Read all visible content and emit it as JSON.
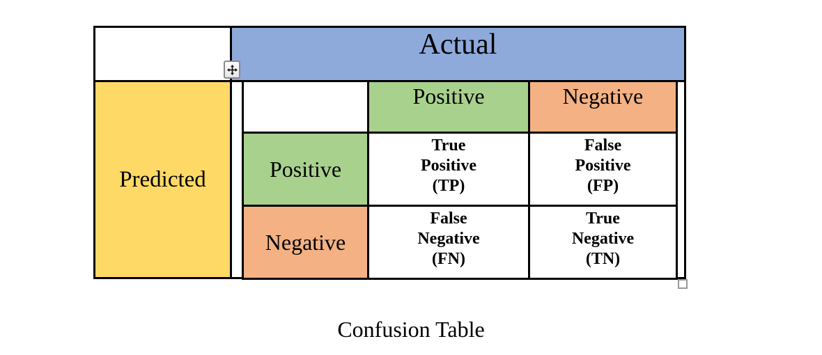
{
  "table": {
    "actual_label": "Actual",
    "predicted_label": "Predicted",
    "column_headers": [
      "Positive",
      "Negative"
    ],
    "row_headers": [
      "Positive",
      "Negative"
    ],
    "cells": {
      "tp": [
        "True",
        "Positive",
        "(TP)"
      ],
      "fp": [
        "False",
        "Positive",
        "(FP)"
      ],
      "fn": [
        "False",
        "Negative",
        "(FN)"
      ],
      "tn": [
        "True",
        "Negative",
        "(TN)"
      ]
    }
  },
  "caption": "Confusion Table",
  "colors": {
    "actual-blue": "#8EAADB",
    "positive-green": "#A9D18E",
    "negative-orange": "#F4B183",
    "predicted-yellow": "#FFD966",
    "border-black": "#000000",
    "handle-gray": "#8A8A8A"
  },
  "icons": {
    "move_handle": "move-cross-icon",
    "resize_handle": "resize-square-icon"
  }
}
